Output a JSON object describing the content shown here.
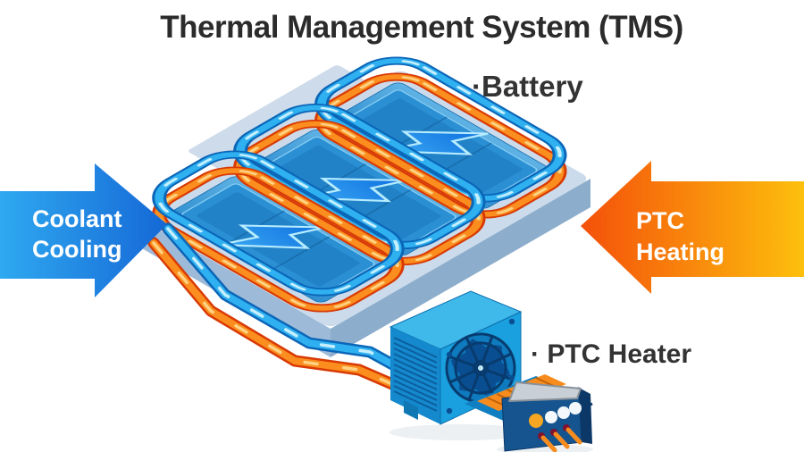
{
  "title": "Thermal Management System (TMS)",
  "annotations": {
    "battery": "·Battery",
    "ptc_heater": "· PTC Heater"
  },
  "arrow_left": {
    "line1": "Coolant",
    "line2": "Cooling",
    "gradient_start": "#2FA9F0",
    "gradient_end": "#1568D6"
  },
  "arrow_right": {
    "line1": "PTC",
    "line2": "Heating",
    "gradient_start": "#F4500A",
    "gradient_end": "#FDC00D"
  },
  "colors": {
    "title_text": "#2b2b2b",
    "label_text": "#333333",
    "cold_tube_outer": "#0B66B8",
    "cold_tube_inner": "#2FB0F0",
    "cold_tube_highlight": "#D6F6FF",
    "hot_tube_outer": "#D93A04",
    "hot_tube_inner": "#FB8E1E",
    "hot_tube_highlight": "#FFD98E",
    "module_blue": "#2B8FD4",
    "casing_blue": "#B9CFE4",
    "bolt_blue": "#1777E8",
    "fan_body": "#1AA0DE",
    "fan_grille": "#083B6E",
    "heater_body": "#15548E",
    "heater_port_orange": "#F5A623",
    "pin_orange": "#F78C1E"
  },
  "icons": [
    "battery-pack-icon",
    "lightning-bolt-icon",
    "coolant-tube-cold-icon",
    "coolant-tube-hot-icon",
    "fan-unit-icon",
    "ptc-heater-box-icon"
  ]
}
